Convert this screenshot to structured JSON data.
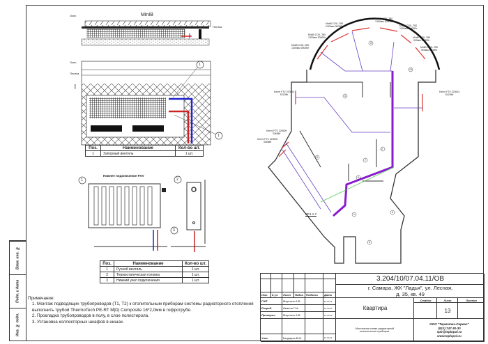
{
  "stamp": [
    "Взам. инв. №",
    "Подп. и дата",
    "Инв. № подл."
  ],
  "detail": {
    "title": "MinIB",
    "labels": [
      "Окно",
      "Плитка"
    ],
    "dimension": "100",
    "callouts": [
      "1",
      "1"
    ]
  },
  "table1": {
    "headers": [
      "Поз.",
      "Наименование",
      "Кол-во шт."
    ],
    "rows": [
      [
        "1",
        "Запорный вентиль",
        "1 шт."
      ]
    ]
  },
  "radiator": {
    "title": "Нижнее подключение FKV",
    "callouts": [
      "1",
      "2",
      "3"
    ]
  },
  "table2": {
    "headers": [
      "Поз.",
      "Наименование",
      "Кол-во шт."
    ],
    "rows": [
      [
        "1",
        "Ручной вентиль",
        "1 шт."
      ],
      [
        "2",
        "Термостатическая головка",
        "1 шт."
      ],
      [
        "3",
        "Нижний узел подключения",
        "1 шт."
      ]
    ]
  },
  "notes": {
    "title": "Примечание:",
    "items": [
      "1. Монтаж подводящих трубопроводов (Т1, Т2) к отопительным приборам системы радиаторного отопления выполнить трубой ThermoTech PE-RT M|D| Composite 16*2,0мм в гофротрубе.",
      "2. Прокладка трубопроводов в полу, в слое полистирола.",
      "3. Установка коллекторных шкафов в нишах."
    ]
  },
  "plan": {
    "convectors": [
      {
        "model": "MiniB COIL-T80",
        "spec": "1300мм 3000Вт"
      },
      {
        "model": "MiniB COIL-T80",
        "spec": "1300мм 3000Вт"
      },
      {
        "model": "MiniB COIL-T80",
        "spec": "1300мм 3000Вт"
      },
      {
        "model": "MiniB COIL-T80",
        "spec": "1300мм 3000Вт"
      },
      {
        "model": "MiniB COIL-T80",
        "spec": "1300мм 3000Вт"
      },
      {
        "model": "MiniB COIL-T80",
        "spec": "900мм 3000Вт"
      },
      {
        "model": "MiniB COIL-T80",
        "spec": "900мм 3000Вт"
      }
    ],
    "radiators": [
      {
        "model": "Kermi FTV 220514",
        "spec": "5220Вт"
      },
      {
        "model": "Kermi FTV 220514",
        "spec": "5220Вт"
      },
      {
        "model": "Kermi FTV 220509",
        "spec": "3268Вт"
      },
      {
        "model": "Kermi FTV 220509",
        "spec": "3268Вт"
      }
    ],
    "collector": "КР.1.1.7",
    "rooms": [
      "1",
      "2",
      "3",
      "4",
      "5",
      "6",
      "7",
      "8",
      "9",
      "10"
    ]
  },
  "titleblock": {
    "code": "3.204/10/07.04.11/ОВ",
    "address1": "г. Самара, ЖК \"Ладья\", ул. Лесная,",
    "address2": "д. 35, кв. 49",
    "col_headers": [
      "Изм.",
      "К.уч.",
      "Лист",
      "№док.",
      "Подпись",
      "Дата"
    ],
    "roles": [
      [
        "ГИП",
        "Мартыно А.В.",
        "14.04.11"
      ],
      [
        "Разраб.",
        "Иванов П.А.",
        "14.04.11"
      ],
      [
        "Проверил",
        "Мартыно А.В.",
        "14.04.11"
      ],
      [
        "",
        "",
        " "
      ],
      [
        "Утв.",
        "Бездаров В.М.",
        "14.04.11"
      ]
    ],
    "object": "Квартира",
    "sheet_name": "Монтажная схема радиаторной отопительных приборов.",
    "stage_h": "Стадия",
    "sheet_h": "Лист",
    "sheets_h": "Листов",
    "stage": "",
    "sheet": "13",
    "sheets": "",
    "company": [
      "ООО \"Термотех-Сервис\"",
      "(812) 747-30-30",
      "spb@teplopol.ru",
      "www.teplopol.ru"
    ]
  }
}
